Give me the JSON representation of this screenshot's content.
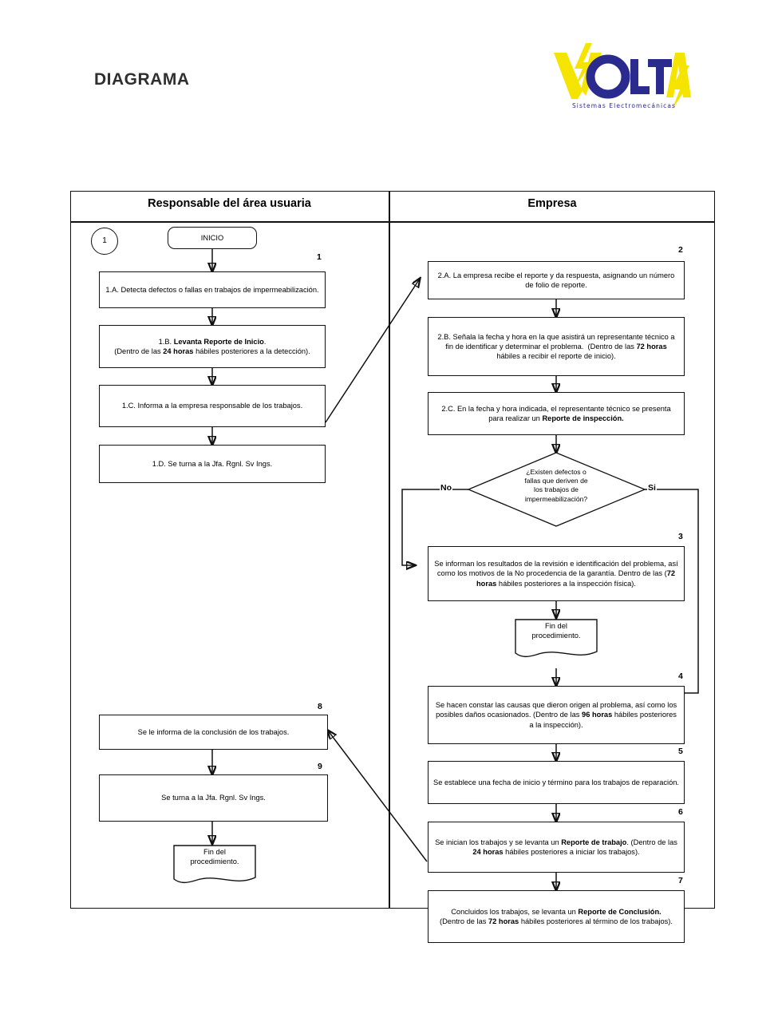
{
  "header": {
    "title": "DIAGRAMA",
    "logo": {
      "wordmark": "VOLTA",
      "tagline": "Sistemas Electromecánicas",
      "brand_blue": "#2b2b8f",
      "brand_yellow": "#f5e400"
    }
  },
  "diagram": {
    "columns": [
      {
        "label": "Responsable del área usuaria"
      },
      {
        "label": "Empresa"
      }
    ],
    "start_connector": "1",
    "start_label": "INICIO",
    "branch_labels": {
      "no": "No",
      "si": "Si"
    },
    "decision": {
      "lines": [
        "¿Existen defectos o",
        "fallas que deriven de",
        "los trabajos de",
        "impermeabilización?"
      ]
    },
    "left_nodes": [
      {
        "num": "1",
        "html": "1.A. Detecta defectos o fallas en trabajos de impermeabilización."
      },
      {
        "num": "",
        "html": "1.B. <b>Levanta Reporte de Inicio</b>.<br>(Dentro de las <b>24 horas</b> hábiles posteriores a la detección)."
      },
      {
        "num": "",
        "html": "1.C. Informa a la empresa responsable de los trabajos."
      },
      {
        "num": "",
        "html": "1.D. Se turna a la Jfa. Rgnl. Sv Ings."
      },
      {
        "num": "8",
        "html": "Se le informa de la conclusión de los trabajos."
      },
      {
        "num": "9",
        "html": "Se turna a la Jfa. Rgnl. Sv Ings."
      }
    ],
    "left_end_doc": "Fin del<br>procedimiento.",
    "right_nodes": [
      {
        "num": "2",
        "html": "2.A. La empresa recibe el reporte y da respuesta, asignando un número de folio de reporte."
      },
      {
        "num": "",
        "html": "2.B. Señala la fecha y hora en la que asistirá un representante técnico a fin de identificar y determinar el problema.&nbsp; (Dentro de las <b>72 horas</b> hábiles a recibir el reporte de inicio)."
      },
      {
        "num": "",
        "html": "2.C. En la fecha y hora indicada, el representante técnico se presenta para realizar un <b>Reporte de inspección.</b>"
      },
      {
        "num": "3",
        "html": "Se informan los resultados de la revisión e identificación del problema, así como los motivos de la No procedencia de la garantía. Dentro de las (<b>72 horas</b> hábiles posteriores a la inspección física)."
      },
      {
        "num": "4",
        "html": "Se hacen constar las causas que dieron origen al problema, así como los posibles daños ocasionados. (Dentro de las <b>96 horas</b> hábiles posteriores a la inspección)."
      },
      {
        "num": "5",
        "html": "Se establece una fecha de inicio y término para los trabajos de reparación."
      },
      {
        "num": "6",
        "html": "Se inician los trabajos y se levanta un <b>Reporte de trabajo</b>. (Dentro de las <b>24 horas</b> hábiles posteriores a iniciar los trabajos)."
      },
      {
        "num": "7",
        "html": "Concluidos los trabajos, se levanta un <b>Reporte de Conclusión.</b><br>(Dentro de las <b>72 horas</b> hábiles posteriores al término de los trabajos)."
      }
    ],
    "right_end_doc": "Fin del<br>procedimiento."
  }
}
